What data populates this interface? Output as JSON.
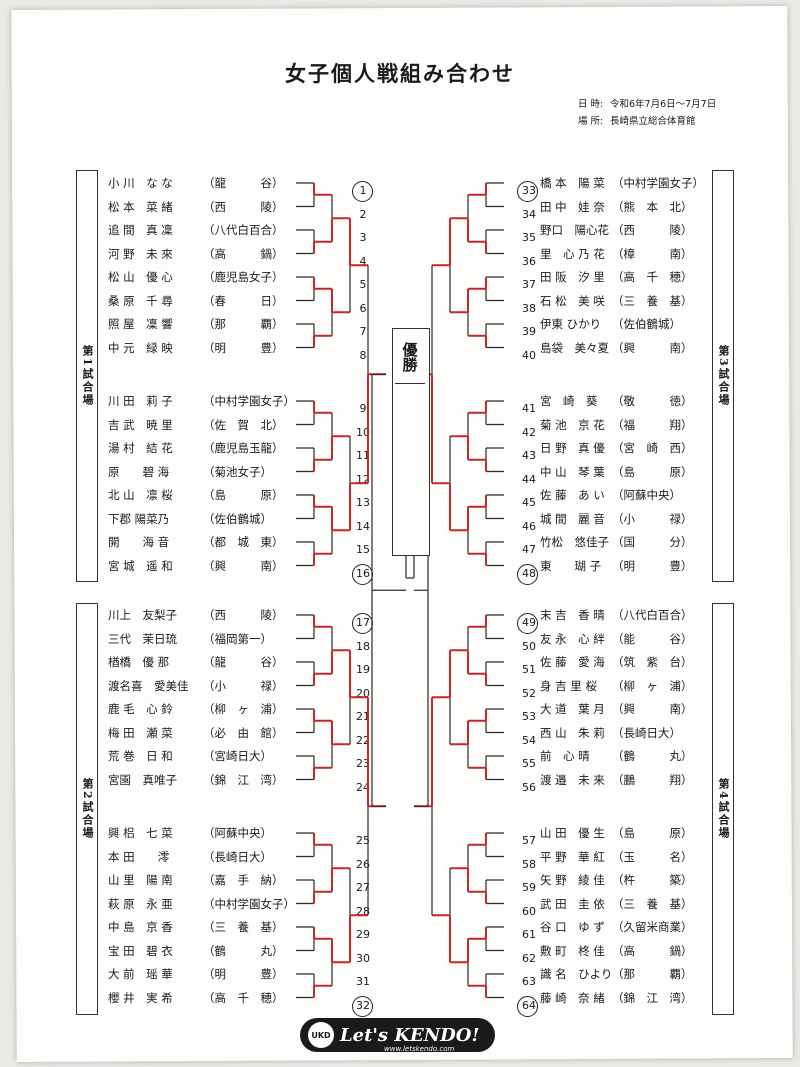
{
  "title": "女子個人戦組み合わせ",
  "schedule": {
    "date_label": "日 時:",
    "date": "令和6年7月6日～7月7日",
    "place_label": "場 所:",
    "place": "長崎県立総合体育館"
  },
  "champion_label": "優勝",
  "venues": [
    "第1試合場",
    "第2試合場",
    "第3試合場",
    "第4試合場"
  ],
  "left_players": [
    {
      "no": "1",
      "name": "小 川　な な",
      "school": "（龍　　　谷）",
      "seed": true
    },
    {
      "no": "2",
      "name": "松 本　菜 緒",
      "school": "（西　　　陵）"
    },
    {
      "no": "3",
      "name": "追 間　真 凜",
      "school": "（八代白百合）"
    },
    {
      "no": "4",
      "name": "河 野　未 來",
      "school": "（高　　　鍋）"
    },
    {
      "no": "5",
      "name": "松 山　優 心",
      "school": "（鹿児島女子）"
    },
    {
      "no": "6",
      "name": "桑 原　千 尋",
      "school": "（春　　　日）"
    },
    {
      "no": "7",
      "name": "照 屋　凜 響",
      "school": "（那　　　覇）"
    },
    {
      "no": "8",
      "name": "中 元　緑 映",
      "school": "（明　　　豊）"
    },
    {
      "no": "9",
      "name": "川 田　莉 子",
      "school": "（中村学園女子）"
    },
    {
      "no": "10",
      "name": "吉 武　暁 里",
      "school": "（佐　賀　北）"
    },
    {
      "no": "11",
      "name": "湯 村　結 花",
      "school": "（鹿児島玉龍）"
    },
    {
      "no": "12",
      "name": "原　　碧 海",
      "school": "（菊池女子）"
    },
    {
      "no": "13",
      "name": "北 山　凛 桜",
      "school": "（島　　　原）"
    },
    {
      "no": "14",
      "name": "下郡 陽菜乃",
      "school": "（佐伯鶴城）"
    },
    {
      "no": "15",
      "name": "開　　海 音",
      "school": "（都　城　東）"
    },
    {
      "no": "16",
      "name": "宮 城　遥 和",
      "school": "（興　　　南）",
      "seed": true
    },
    {
      "no": "17",
      "name": "川上　友梨子",
      "school": "（西　　　陵）",
      "seed": true
    },
    {
      "no": "18",
      "name": "三代　茉日琉",
      "school": "（福岡第一）"
    },
    {
      "no": "19",
      "name": "楢橋　優 那",
      "school": "（龍　　　谷）"
    },
    {
      "no": "20",
      "name": "渡名喜　愛美佳",
      "school": "（小　　　禄）"
    },
    {
      "no": "21",
      "name": "鹿 毛　心 鈴",
      "school": "（柳　ヶ　浦）"
    },
    {
      "no": "22",
      "name": "梅 田　瀬 菜",
      "school": "（必　由　館）"
    },
    {
      "no": "23",
      "name": "荒 巻　日 和",
      "school": "（宮崎日大）"
    },
    {
      "no": "24",
      "name": "宮園　真唯子",
      "school": "（錦　江　湾）"
    },
    {
      "no": "25",
      "name": "興 梠　七 菜",
      "school": "（阿蘇中央）"
    },
    {
      "no": "26",
      "name": "本 田　　澪",
      "school": "（長崎日大）"
    },
    {
      "no": "27",
      "name": "山 里　陽 南",
      "school": "（嘉　手　納）"
    },
    {
      "no": "28",
      "name": "萩 原　永 亜",
      "school": "（中村学園女子）"
    },
    {
      "no": "29",
      "name": "中 島　京 香",
      "school": "（三　養　基）"
    },
    {
      "no": "30",
      "name": "宝 田　碧 衣",
      "school": "（鶴　　　丸）"
    },
    {
      "no": "31",
      "name": "大 前　瑶 華",
      "school": "（明　　　豊）"
    },
    {
      "no": "32",
      "name": "櫻 井　実 希",
      "school": "（高　千　穂）",
      "seed": true
    }
  ],
  "right_players": [
    {
      "no": "33",
      "name": "橋 本　陽 菜",
      "school": "（中村学園女子）",
      "seed": true
    },
    {
      "no": "34",
      "name": "田 中　娃 奈",
      "school": "（熊　本　北）"
    },
    {
      "no": "35",
      "name": "野口　陽心花",
      "school": "（西　　　陵）"
    },
    {
      "no": "36",
      "name": "里　心 乃 花",
      "school": "（樟　　　南）"
    },
    {
      "no": "37",
      "name": "田 阪　汐 里",
      "school": "（高　千　穂）"
    },
    {
      "no": "38",
      "name": "石 松　美 咲",
      "school": "（三　養　基）"
    },
    {
      "no": "39",
      "name": "伊東 ひかり",
      "school": "（佐伯鶴城）"
    },
    {
      "no": "40",
      "name": "島袋　美々夏",
      "school": "（興　　　南）"
    },
    {
      "no": "41",
      "name": "宮　崎　葵",
      "school": "（敬　　　徳）"
    },
    {
      "no": "42",
      "name": "菊 池　京 花",
      "school": "（福　　　翔）"
    },
    {
      "no": "43",
      "name": "日 野　真 優",
      "school": "（宮　崎　西）"
    },
    {
      "no": "44",
      "name": "中 山　琴 葉",
      "school": "（島　　　原）"
    },
    {
      "no": "45",
      "name": "佐 藤　あ い",
      "school": "（阿蘇中央）"
    },
    {
      "no": "46",
      "name": "城 間　麗 音",
      "school": "（小　　　禄）"
    },
    {
      "no": "47",
      "name": "竹松　悠佳子",
      "school": "（国　　　分）"
    },
    {
      "no": "48",
      "name": "東　　瑚 子",
      "school": "（明　　　豊）",
      "seed": true
    },
    {
      "no": "49",
      "name": "末 吉　香 晴",
      "school": "（八代白百合）",
      "seed": true
    },
    {
      "no": "50",
      "name": "友 永　心 絆",
      "school": "（能　　　谷）"
    },
    {
      "no": "51",
      "name": "佐 藤　愛 海",
      "school": "（筑　紫　台）"
    },
    {
      "no": "52",
      "name": "身 吉 里 桜",
      "school": "（柳　ヶ　浦）"
    },
    {
      "no": "53",
      "name": "大 道　葉 月",
      "school": "（興　　　南）"
    },
    {
      "no": "54",
      "name": "西 山　朱 莉",
      "school": "（長崎日大）"
    },
    {
      "no": "55",
      "name": "前　心 晴",
      "school": "（鶴　　　丸）"
    },
    {
      "no": "56",
      "name": "渡 邉　未 来",
      "school": "（鵬　　　翔）"
    },
    {
      "no": "57",
      "name": "山 田　優 生",
      "school": "（島　　　原）"
    },
    {
      "no": "58",
      "name": "平 野　華 紅",
      "school": "（玉　　　名）"
    },
    {
      "no": "59",
      "name": "矢 野　綾 佳",
      "school": "（杵　　　築）"
    },
    {
      "no": "60",
      "name": "武 田　圭 依",
      "school": "（三　養　基）"
    },
    {
      "no": "61",
      "name": "谷 口　ゆ ず",
      "school": "（久留米商業）"
    },
    {
      "no": "62",
      "name": "敷 町　柊 佳",
      "school": "（高　　　鍋）"
    },
    {
      "no": "63",
      "name": "識 名　ひより",
      "school": "（那　　　覇）"
    },
    {
      "no": "64",
      "name": "藤 崎　奈 緒",
      "school": "（錦　江　湾）",
      "seed": true
    }
  ],
  "logo": {
    "badge": "UKD",
    "brand": "Let's KENDO!",
    "url": "www.letskendo.com"
  }
}
